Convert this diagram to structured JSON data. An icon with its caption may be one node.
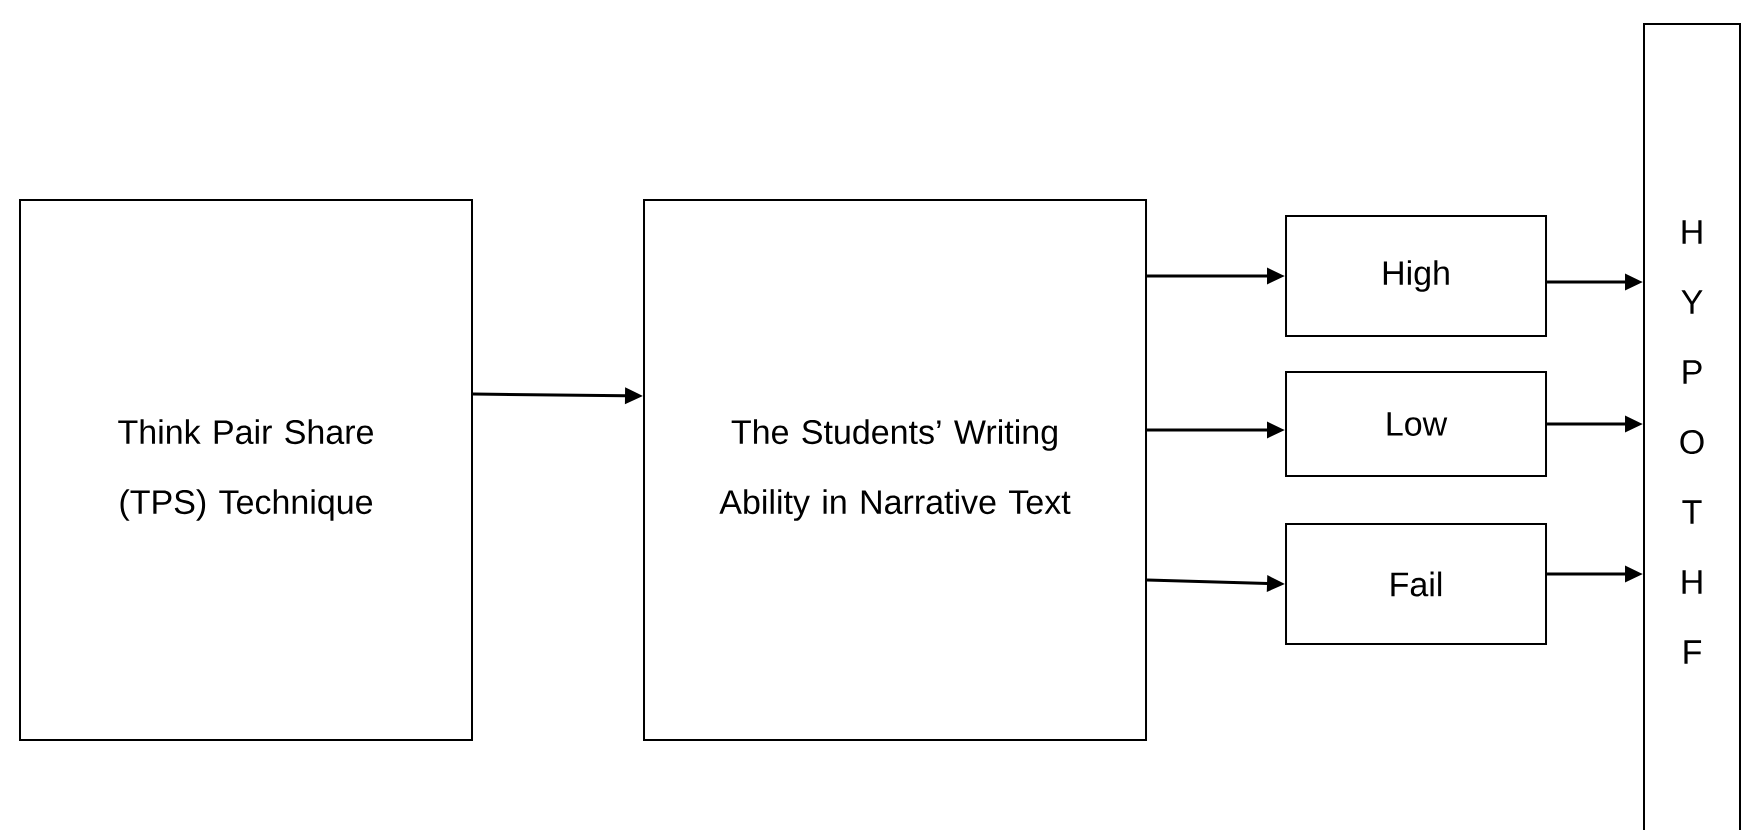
{
  "diagram": {
    "nodes": [
      {
        "text": [
          "Think Pair Share (TPS) Technique"
        ]
      },
      {
        "text": [
          "The Students’ Writing Ability in Narrative Text"
        ]
      },
      {
        "text": [
          "High"
        ]
      },
      {
        "text": [
          "Low"
        ]
      },
      {
        "text": [
          "Fail"
        ]
      },
      {
        "text": [
          "H Y P O T H F"
        ]
      }
    ],
    "edges": [
      {
        "from": 0,
        "to": 1,
        "arrow": "to"
      },
      {
        "from": 1,
        "to": 2,
        "arrow": "to"
      },
      {
        "from": 1,
        "to": 3,
        "arrow": "to"
      },
      {
        "from": 1,
        "to": 4,
        "arrow": "to"
      },
      {
        "from": 2,
        "to": 5,
        "arrow": "to"
      },
      {
        "from": 3,
        "to": 5,
        "arrow": "to"
      },
      {
        "from": 4,
        "to": 5,
        "arrow": "to"
      }
    ]
  }
}
